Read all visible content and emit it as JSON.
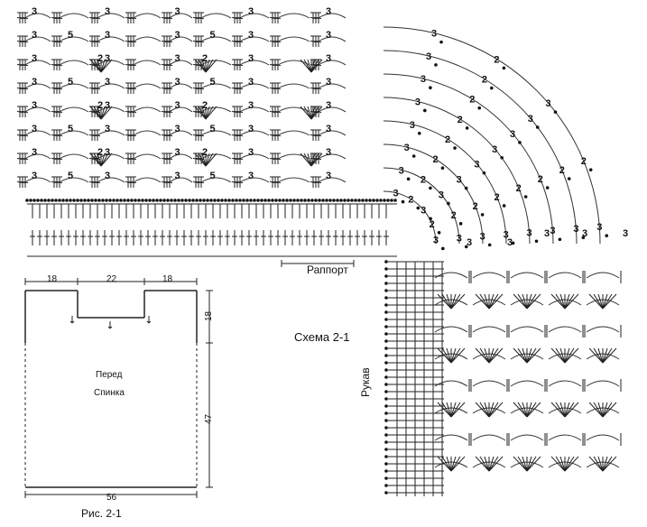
{
  "labels": {
    "rapport": "Раппорт",
    "scheme": "Схема 2-1",
    "sleeve": "Рукав",
    "front": "Перед",
    "back": "Спинка",
    "figure": "Рис. 2-1"
  },
  "dimensions": {
    "top_left": "18",
    "top_mid": "22",
    "top_right": "18",
    "side_upper": "18",
    "side_lower": "47",
    "bottom": "56"
  },
  "grid_numbers": {
    "three": "3",
    "five": "5",
    "two": "2"
  }
}
